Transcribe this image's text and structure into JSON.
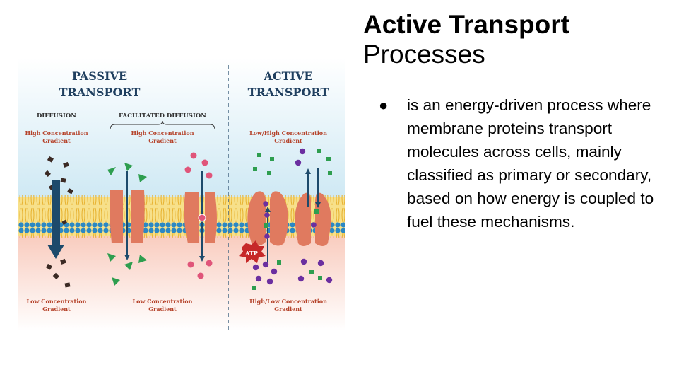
{
  "slide": {
    "title_bold": "Active Transport",
    "title_rest": "Processes",
    "bullet_symbol": "●",
    "bullet_text": "is an energy-driven process where membrane proteins transport molecules across cells, mainly classified as primary or secondary, based on how energy is coupled to fuel these mechanisms."
  },
  "diagram": {
    "passive_title_1": "PASSIVE",
    "passive_title_2": "TRANSPORT",
    "active_title_1": "ACTIVE",
    "active_title_2": "TRANSPORT",
    "diffusion": "DIFFUSION",
    "facilitated": "FACILITATED DIFFUSION",
    "high1a": "High Concentration",
    "high1b": "Gradient",
    "high2a": "High Concentration",
    "high2b": "Gradient",
    "high3a": "Low/High Concentration",
    "high3b": "Gradient",
    "low1a": "Low Concentration",
    "low1b": "Gradient",
    "low2a": "Low Concentration",
    "low2b": "Gradient",
    "low3a": "High/Low Concentration",
    "low3b": "Gradient",
    "atp": "ATP",
    "colors": {
      "title": "#1f3f5f",
      "label_red": "#b5432b",
      "label_dark": "#3a3a3a",
      "protein": "#e07a5f",
      "arrow": "#1d4a6b",
      "lipid_head": "#2b88c4",
      "lipid_tail": "#efc244",
      "green": "#2e9e4f",
      "pink": "#e0557a",
      "purple": "#6b2fa0",
      "dark_particle": "#3b2a24"
    }
  }
}
